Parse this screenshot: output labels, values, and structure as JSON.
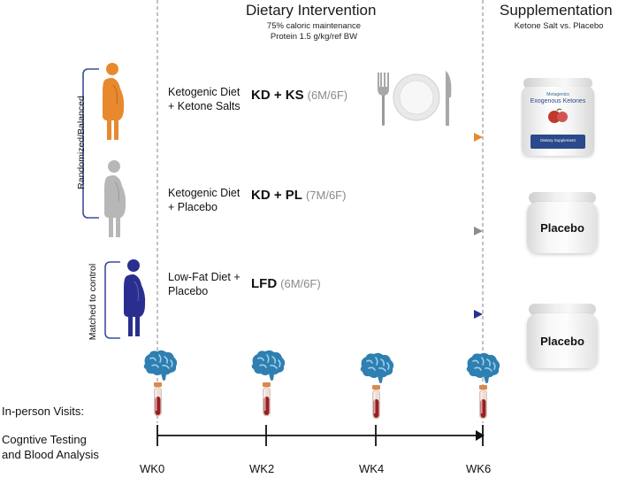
{
  "header": {
    "intervention_title": "Dietary Intervention",
    "intervention_sub1": "75% caloric maintenance",
    "intervention_sub2": "Protein 1.5 g/kg/ref BW",
    "supplement_title": "Supplementation",
    "supplement_sub": "Ketone Salt vs. Placebo"
  },
  "side_labels": {
    "randomized": "Randomized/Balanced",
    "matched": "Matched to control"
  },
  "groups": [
    {
      "diet_line1": "Ketogenic Diet",
      "diet_line2": "+ Ketone Salts",
      "code": "KD + KS",
      "sex": "(6M/6F)",
      "color": "#e8892e"
    },
    {
      "diet_line1": "Ketogenic Diet",
      "diet_line2": "+ Placebo",
      "code": "KD + PL",
      "sex": "(7M/6F)",
      "color": "#8c8c8c"
    },
    {
      "diet_line1": "Low-Fat Diet +",
      "diet_line2": "Placebo",
      "code": "LFD",
      "sex": "(6M/6F)",
      "color": "#2a2f8f"
    }
  ],
  "supplements": {
    "ks_brand": "Metagenics",
    "ks_name": "Exogenous Ketones",
    "ks_footer": "Dietary Supplement",
    "placebo_1": "Placebo",
    "placebo_2": "Placebo"
  },
  "timeline": {
    "visits_label": "In-person Visits:",
    "testing_label_1": "Cogntive Testing",
    "testing_label_2": "and Blood Analysis",
    "weeks": [
      "WK0",
      "WK2",
      "WK4",
      "WK6"
    ]
  },
  "icons": {
    "figures": [
      "person-orange-icon",
      "person-gray-icon",
      "person-blue-icon"
    ],
    "plate": "plate-cutlery-icon",
    "brain": "brain-icon",
    "tube": "blood-tube-icon"
  }
}
